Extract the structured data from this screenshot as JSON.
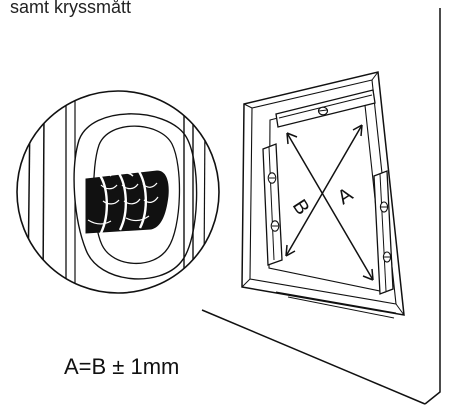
{
  "header_text": "samt kryssmått",
  "diagram": {
    "label_a": "A",
    "label_b": "B",
    "tolerance_formula": "A=B ± 1mm"
  },
  "colors": {
    "ink": "#111111",
    "background": "#ffffff"
  }
}
